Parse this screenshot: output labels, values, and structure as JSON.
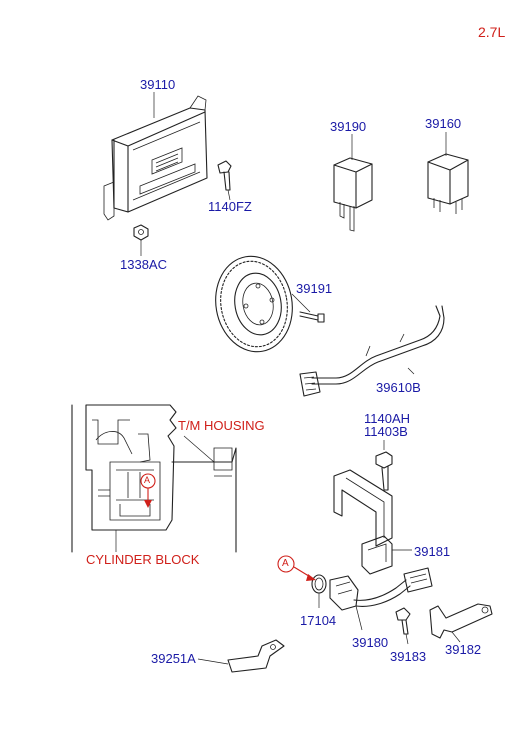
{
  "variant": "2.7L",
  "callouts": {
    "ecu": "39110",
    "ecu_bolt": "1140FZ",
    "ecu_nut": "1338AC",
    "relay_a": "39190",
    "relay_b": "39160",
    "ring_screw": "39191",
    "harness": "39610B",
    "bracket_bolt_a": "1140AH",
    "bracket_bolt_b": "11403B",
    "crank_bracket": "39181",
    "oring": "17104",
    "crank_sensor": "39180",
    "sensor_bolt": "39183",
    "clip": "39182",
    "plate": "39251A"
  },
  "annotations": {
    "tm_housing": "T/M HOUSING",
    "cylinder_block": "CYLINDER BLOCK",
    "ref_marker": "A"
  },
  "colors": {
    "callout": "#1a1aa6",
    "annotation": "#d0201a",
    "line": "#222222"
  }
}
